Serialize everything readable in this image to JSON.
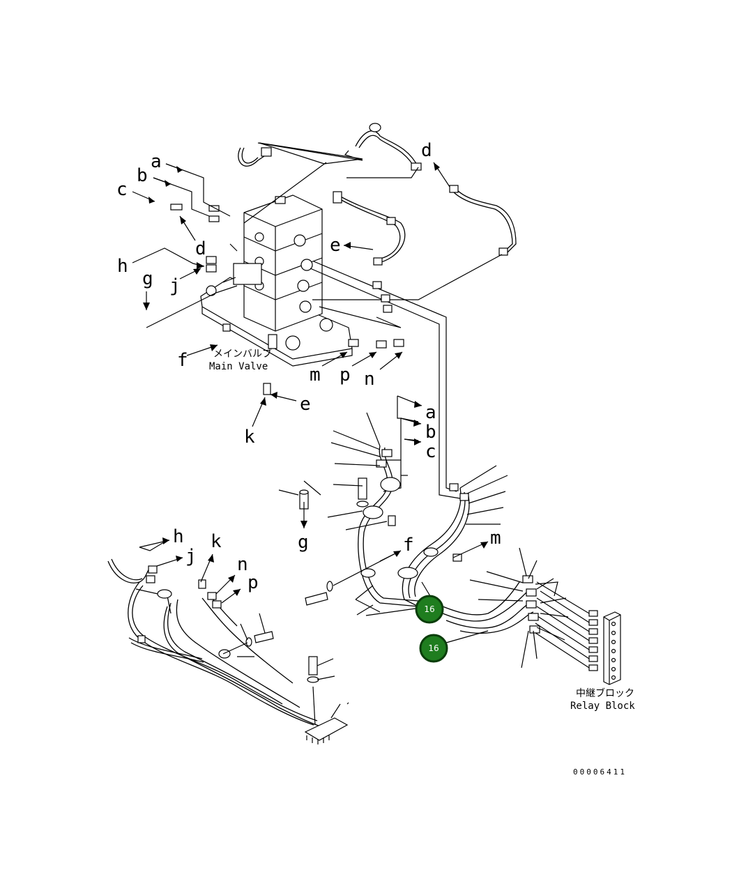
{
  "letters": {
    "a": "a",
    "b": "b",
    "c": "c",
    "d": "d",
    "e": "e",
    "f": "f",
    "g": "g",
    "h": "h",
    "j": "j",
    "k": "k",
    "m": "m",
    "n": "n",
    "p": "p"
  },
  "captions": {
    "main_valve_jp": "メインバルブ",
    "main_valve_en": "Main Valve",
    "relay_block_jp": "中継ブロック",
    "relay_block_en": "Relay Block"
  },
  "callout_badges": [
    "16",
    "16"
  ],
  "document_number": "00006411",
  "colors": {
    "badge_fill": "#1f7d1f",
    "line": "#000000"
  }
}
